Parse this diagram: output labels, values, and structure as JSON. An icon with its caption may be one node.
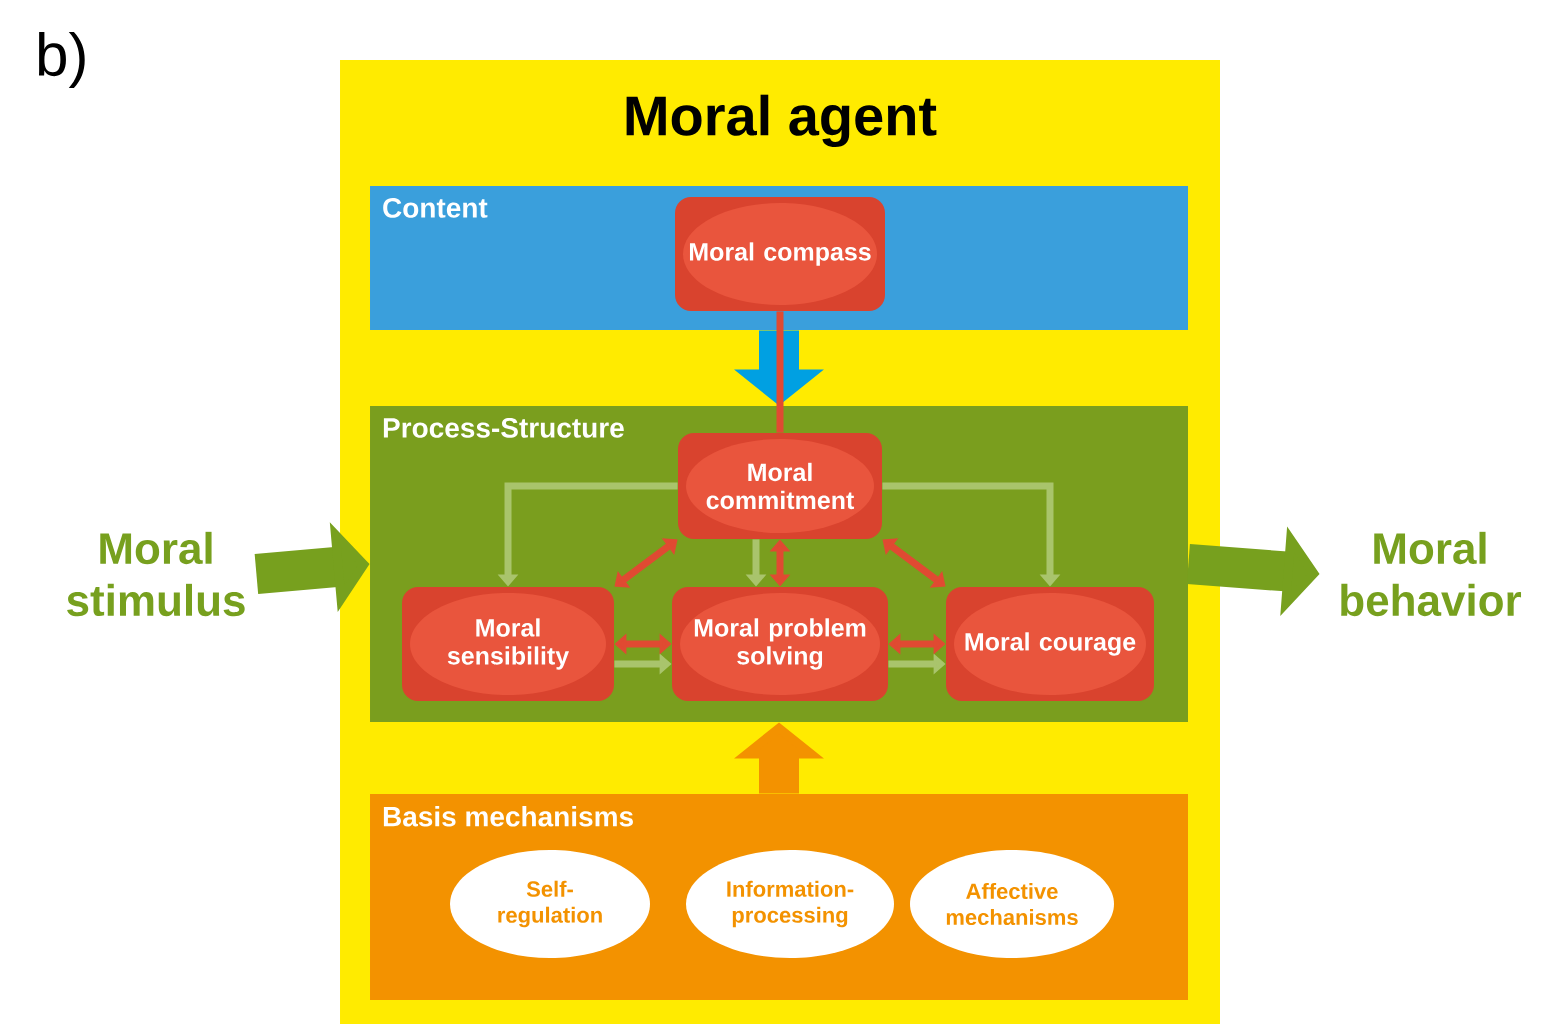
{
  "diagram": {
    "nodes": [
      {
        "text": [
          "Moral agent"
        ]
      },
      {
        "text": [
          "Content"
        ],
        "in": 0
      },
      {
        "text": [
          "Moral compass"
        ],
        "in": 1
      },
      {
        "text": [
          "Process-Structure"
        ],
        "in": 0
      },
      {
        "text": [
          "Moral commitment"
        ],
        "in": 3
      },
      {
        "text": [
          "Moral sensibility"
        ],
        "in": 3
      },
      {
        "text": [
          "Moral problem solving"
        ],
        "in": 3
      },
      {
        "text": [
          "Moral courage"
        ],
        "in": 3
      },
      {
        "text": [
          "Basis mechanisms"
        ],
        "in": 0
      },
      {
        "text": [
          "Self-regulation"
        ],
        "in": 8
      },
      {
        "text": [
          "Information-processing"
        ],
        "in": 8
      },
      {
        "text": [
          "Affective mechanisms"
        ],
        "in": 8
      },
      {
        "text": [
          "Moral stimulus"
        ]
      },
      {
        "text": [
          "Moral behavior"
        ]
      }
    ],
    "edges": [
      {
        "from": 1,
        "to": 3,
        "arrow": "to",
        "style": "thick",
        "color": "#00a0e2"
      },
      {
        "from": 2,
        "to": 4,
        "arrow": "none"
      },
      {
        "from": 4,
        "to": 5,
        "arrow": "to",
        "color": "#a9c46c"
      },
      {
        "from": 4,
        "to": 6,
        "arrow": "to",
        "color": "#a9c46c"
      },
      {
        "from": 4,
        "to": 7,
        "arrow": "to",
        "color": "#a9c46c"
      },
      {
        "from": 4,
        "to": 5,
        "arrow": "both"
      },
      {
        "from": 4,
        "to": 6,
        "arrow": "both"
      },
      {
        "from": 4,
        "to": 7,
        "arrow": "both"
      },
      {
        "from": 5,
        "to": 6,
        "arrow": "to",
        "color": "#a9c46c"
      },
      {
        "from": 5,
        "to": 6,
        "arrow": "both"
      },
      {
        "from": 6,
        "to": 7,
        "arrow": "to",
        "color": "#a9c46c"
      },
      {
        "from": 6,
        "to": 7,
        "arrow": "both"
      },
      {
        "from": 8,
        "to": 3,
        "arrow": "to",
        "style": "thick",
        "color": "#f39200"
      },
      {
        "from": 12,
        "to": 3,
        "arrow": "to",
        "style": "thick",
        "color": "#77a01e"
      },
      {
        "from": 3,
        "to": 13,
        "arrow": "to",
        "style": "thick",
        "color": "#77a01e"
      }
    ],
    "labels": [
      "b)"
    ]
  }
}
